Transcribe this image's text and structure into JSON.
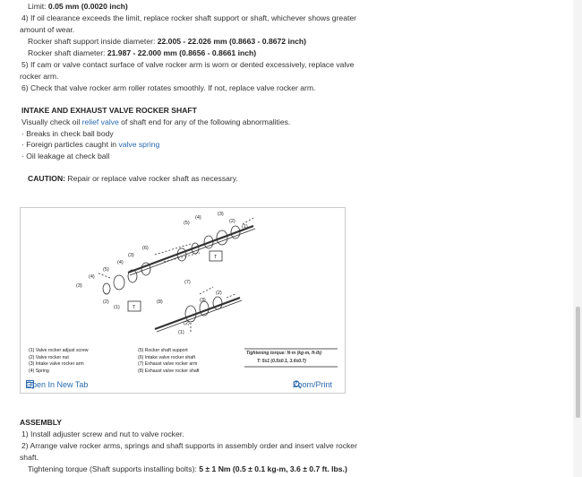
{
  "limit": {
    "label": "Limit: ",
    "value": "0.05 mm (0.0020 inch)"
  },
  "step4": {
    "line1": "4) If oil clearance exceeds the limit, replace rocker shaft support or shaft, whichever shows greater",
    "line2": "amount of wear."
  },
  "support_dia": {
    "label": "Rocker shaft support inside diameter: ",
    "value": "22.005 - 22.026 mm (0.8663 - 0.8672 inch)"
  },
  "shaft_dia": {
    "label": "Rocker shaft diameter: ",
    "value": "21.987 - 22.000 mm (0.8656 - 0.8661 inch)"
  },
  "step5": {
    "line1": "5) If cam or valve contact surface of valve rocker arm is worn or dented excessively, replace valve",
    "line2": "rocker arm."
  },
  "step6": "6) Check that valve rocker arm roller rotates smoothly. If not, replace valve rocker arm.",
  "section_title": "INTAKE AND EXHAUST VALVE ROCKER SHAFT",
  "visual_check": {
    "before": "Visually check oil ",
    "link": "relief valve",
    "after": " of shaft end for any of the following abnormalities."
  },
  "bullets": [
    {
      "text": "· Breaks in check ball body",
      "link": ""
    },
    {
      "text": "· Foreign particles caught in ",
      "link": "valve spring"
    },
    {
      "text": "· Oil leakage at check ball",
      "link": ""
    }
  ],
  "caution": {
    "label": "CAUTION:",
    "text": " Repair or replace valve rocker shaft as necessary."
  },
  "figure": {
    "callouts_top": [
      "(1)",
      "(2)",
      "(3)",
      "(4)",
      "(5)",
      "(6)",
      "(3)",
      "(4)",
      "(5)",
      "(4)",
      "(3)",
      "(2)",
      "(1)"
    ],
    "callouts_bottom": [
      "(7)",
      "(2)",
      "(8)",
      "(3)",
      "(2)",
      "(1)"
    ],
    "t_marks": [
      "T",
      "T"
    ],
    "legend_left": [
      "(1)   Valve rocker adjust screw",
      "(2)   Valve rocker nut",
      "(3)   Intake valve rocker arm",
      "(4)   Spring"
    ],
    "legend_right": [
      "(5)   Rocker shaft support",
      "(6)   Intake valve rocker shaft",
      "(7)   Exhaust valve rocker arm",
      "(8)   Exhaust valve rocker shaft"
    ],
    "torque_title": "Tightening torque: N·m (kg-m, ft-lb)",
    "torque_value": "T: 5±1 (0.5±0.1, 3.6±0.7)",
    "open_tab": "Open In New Tab",
    "zoom": "Zoom/Print",
    "open_icon": "new-tab-icon",
    "zoom_icon": "magnifier-icon"
  },
  "assembly_title": "ASSEMBLY",
  "asm1": "1) Install adjuster screw and nut to valve rocker.",
  "asm2": {
    "line1": "2) Arrange valve rocker arms, springs and shaft supports in assembly order and insert valve rocker",
    "line2": "shaft."
  },
  "torque_line": {
    "label": "Tightening torque (Shaft supports installing bolts): ",
    "value": "5 ± 1 Nm (0.5 ± 0.1 kg-m, 3.6 ± 0.7 ft. lbs.)"
  }
}
